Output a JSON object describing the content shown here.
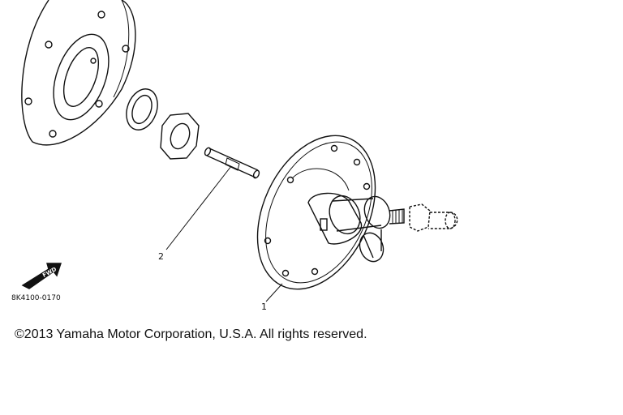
{
  "callouts": {
    "part_1": "1",
    "part_2": "2"
  },
  "direction_arrow": {
    "text": "FWD"
  },
  "reference_code": "8K4100-0170",
  "copyright": "©2013 Yamaha Motor Corporation, U.S.A. All rights reserved.",
  "colors": {
    "line": "#111111",
    "background": "#ffffff"
  }
}
